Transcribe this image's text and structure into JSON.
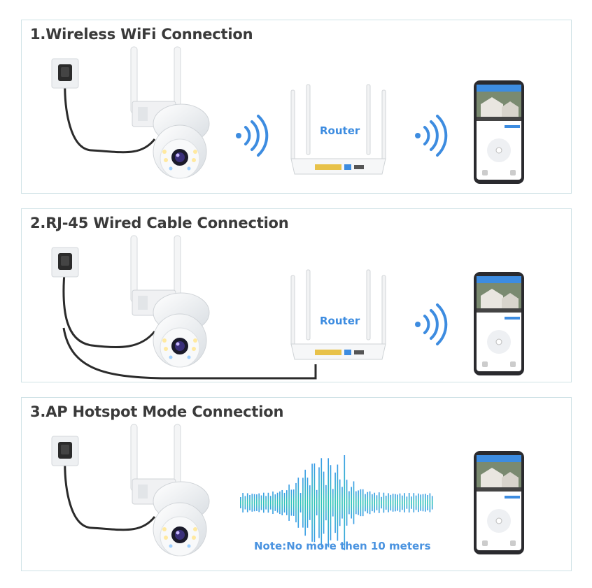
{
  "panels": [
    {
      "title": "1.Wireless WiFi Connection",
      "router_label": "Router"
    },
    {
      "title": "2.RJ-45 Wired Cable Connection",
      "router_label": "Router"
    },
    {
      "title": "3.AP Hotspot Mode Connection",
      "note": "Note:No more then 10 meters"
    }
  ],
  "colors": {
    "accent": "#3d8ce0",
    "border": "#cfe2e6",
    "title": "#3a3a3a",
    "wave": "#2ec4b6"
  },
  "icons": [
    "power-plug-icon",
    "camera-icon",
    "router-icon",
    "wifi-signal-icon",
    "smartphone-icon",
    "sound-wave-icon"
  ]
}
